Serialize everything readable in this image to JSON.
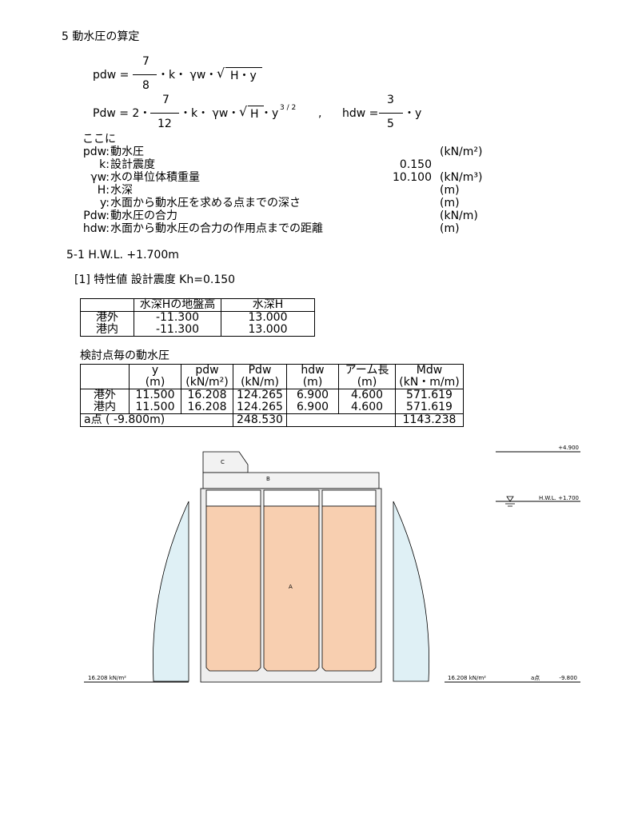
{
  "section_title": "5 動水圧の算定",
  "formula1": {
    "lhs": "pdw =",
    "num": "7",
    "den": "8",
    "rhs": "・k・ γw・",
    "sqrt_arg": "H・y"
  },
  "formula2": {
    "lhs": "Pdw = 2・",
    "num": "7",
    "den": "12",
    "rhs": "・k・ γw・",
    "sqrt_arg": "H",
    "tail": "・y",
    "exp": "3 / 2",
    "sep": ",",
    "lhs2": "hdw =",
    "num2": "3",
    "den2": "5",
    "rhs2": "・y"
  },
  "where_label": "ここに",
  "definitions": [
    {
      "sym": "pdw:",
      "desc": "動水圧",
      "value": "",
      "unit": "(kN/m²)"
    },
    {
      "sym": "k:",
      "desc": "設計震度",
      "value": "0.150",
      "unit": ""
    },
    {
      "sym": "γw:",
      "desc": "水の単位体積重量",
      "value": "10.100",
      "unit": "(kN/m³)"
    },
    {
      "sym": "H:",
      "desc": "水深",
      "value": "",
      "unit": "(m)"
    },
    {
      "sym": "y:",
      "desc": "水面から動水圧を求める点までの深さ",
      "value": "",
      "unit": "(m)"
    },
    {
      "sym": "Pdw:",
      "desc": "動水圧の合力",
      "value": "",
      "unit": "(kN/m)"
    },
    {
      "sym": "hdw:",
      "desc": "水面から動水圧の合力の作用点までの距離",
      "value": "",
      "unit": "(m)"
    }
  ],
  "subsection": "5-1  H.W.L.   +1.700m",
  "case_title": "[1] 特性値 設計震度 Kh=0.150",
  "table1": {
    "headers": [
      "",
      "水深Hの地盤高",
      "水深H"
    ],
    "rows": [
      [
        "港外",
        "-11.300",
        "13.000"
      ],
      [
        "港内",
        "-11.300",
        "13.000"
      ]
    ]
  },
  "table2_title": "検討点毎の動水圧",
  "table2": {
    "headers": [
      "",
      "y",
      "pdw",
      "Pdw",
      "hdw",
      "アーム長",
      "Mdw"
    ],
    "units": [
      "",
      "(m)",
      "(kN/m²)",
      "(kN/m)",
      "(m)",
      "(m)",
      "(kN・m/m)"
    ],
    "rows": [
      [
        "港外",
        "11.500",
        "16.208",
        "124.265",
        "6.900",
        "4.600",
        "571.619"
      ],
      [
        "港内",
        "11.500",
        "16.208",
        "124.265",
        "6.900",
        "4.600",
        "571.619"
      ]
    ],
    "total_label": "a点 ( -9.800m)",
    "total_pdw": "248.530",
    "total_mdw": "1143.238"
  },
  "diagram": {
    "label_top": "+4.900",
    "label_hwl": "H.W.L.  +1.700",
    "label_c": "C",
    "label_b": "B",
    "label_a": "A",
    "left_pressure": "16.208 kN/m²",
    "right_pressure": "16.208 kN/m²",
    "point_a": "a点",
    "point_a_level": "-9.800",
    "fill_color": "#f8cfb0",
    "pressure_color": "#dff0f5"
  }
}
